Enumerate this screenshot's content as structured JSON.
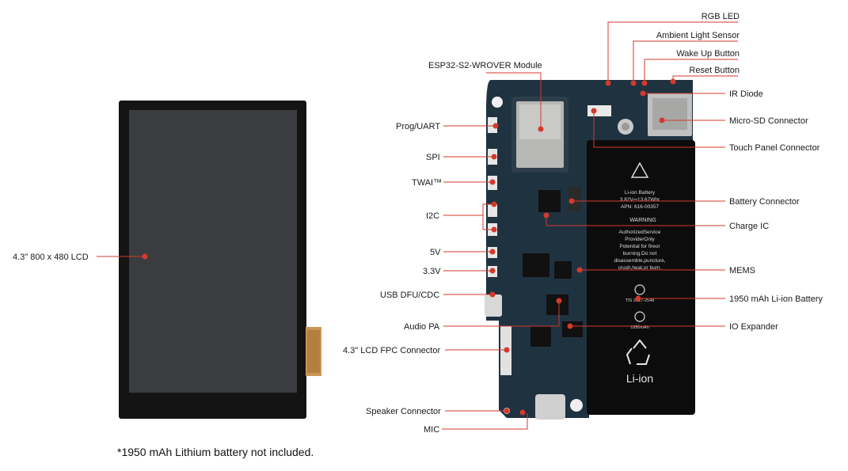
{
  "diagram": {
    "colors": {
      "accent": "#d33a2c",
      "pcb": "#1e2f3b",
      "battery": "#0d0d0d",
      "screen": "#3b3c40",
      "bezel": "#161616"
    },
    "lcd_label": "4.3\" 800 x 480 LCD",
    "left_labels": [
      "ESP32-S2-WROVER Module",
      "Prog/UART",
      "SPI",
      "TWAI™",
      "I2C",
      "5V",
      "3.3V",
      "USB DFU/CDC",
      "Audio PA",
      "4.3\" LCD FPC Connector",
      "Speaker Connector",
      "MIC"
    ],
    "right_labels": [
      "RGB LED",
      "Ambient Light Sensor",
      "Wake Up Button",
      "Reset Button",
      "IR Diode",
      "Micro-SD Connector",
      "Touch Panel Connector",
      "Battery Connector",
      "Charge IC",
      "MEMS",
      "1950 mAh Li-ion Battery",
      "IO Expander"
    ],
    "battery_print": {
      "line1": "Li-ion Battery",
      "line2": "3.82V⎓13.67Whr",
      "line3": "APN: 616-00357",
      "warning": "WARNING",
      "body1": "AuthorizedService",
      "body2": "ProviderOnly",
      "body3": "Potential for fireor",
      "body4": "burning.Do not",
      "body5": "disassemble,puncture,",
      "body6": "crush,heat,or burn.",
      "ul": "TIS 2217-2548",
      "capacity": "1950mAh",
      "chem": "Li-ion"
    },
    "footnote": "*1950 mAh Lithium battery not included."
  }
}
